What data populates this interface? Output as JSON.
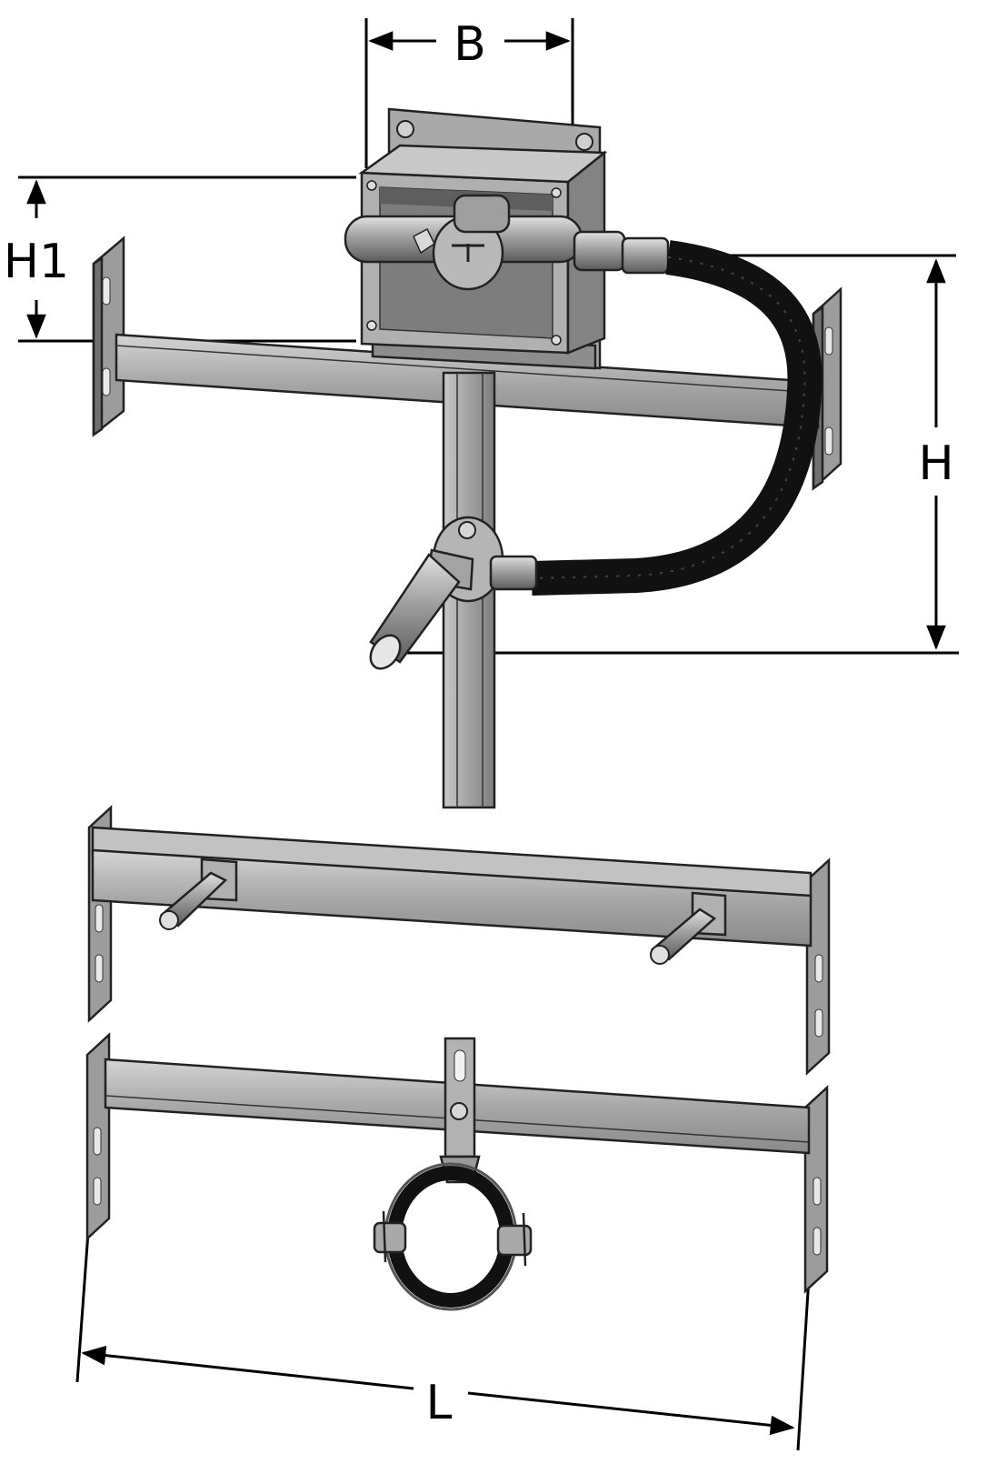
{
  "dimensions": {
    "width_label": "B",
    "height_label": "H",
    "offset_label": "H1",
    "length_label": "L"
  },
  "colors": {
    "metal_light": "#bdbdbd",
    "metal_mid": "#9a9a9a",
    "metal_dark": "#6e6e6e",
    "hose": "#111111",
    "line": "#000000"
  },
  "icons": {
    "arrow": "arrowhead",
    "screw": "screw-head"
  }
}
